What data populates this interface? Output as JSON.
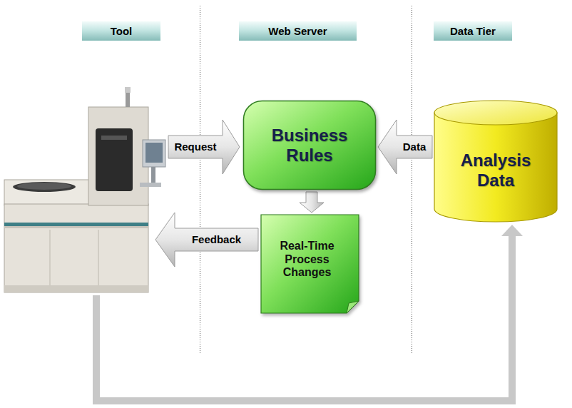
{
  "diagram": {
    "nodes": [
      {
        "text": [
          "Tool"
        ]
      },
      {
        "text": [
          "Web Server"
        ]
      },
      {
        "text": [
          "Data Tier"
        ]
      },
      {
        "text": [
          "Business Rules"
        ]
      },
      {
        "text": [
          "Analysis Data"
        ]
      },
      {
        "text": [
          "Real-Time Process Changes"
        ]
      }
    ],
    "edges": [
      {
        "from": 4,
        "to": 3,
        "arrow": "to",
        "label": "Data"
      },
      {
        "from": 3,
        "to": 5,
        "arrow": "to"
      }
    ],
    "labels": [
      "Request",
      "Feedback"
    ]
  }
}
